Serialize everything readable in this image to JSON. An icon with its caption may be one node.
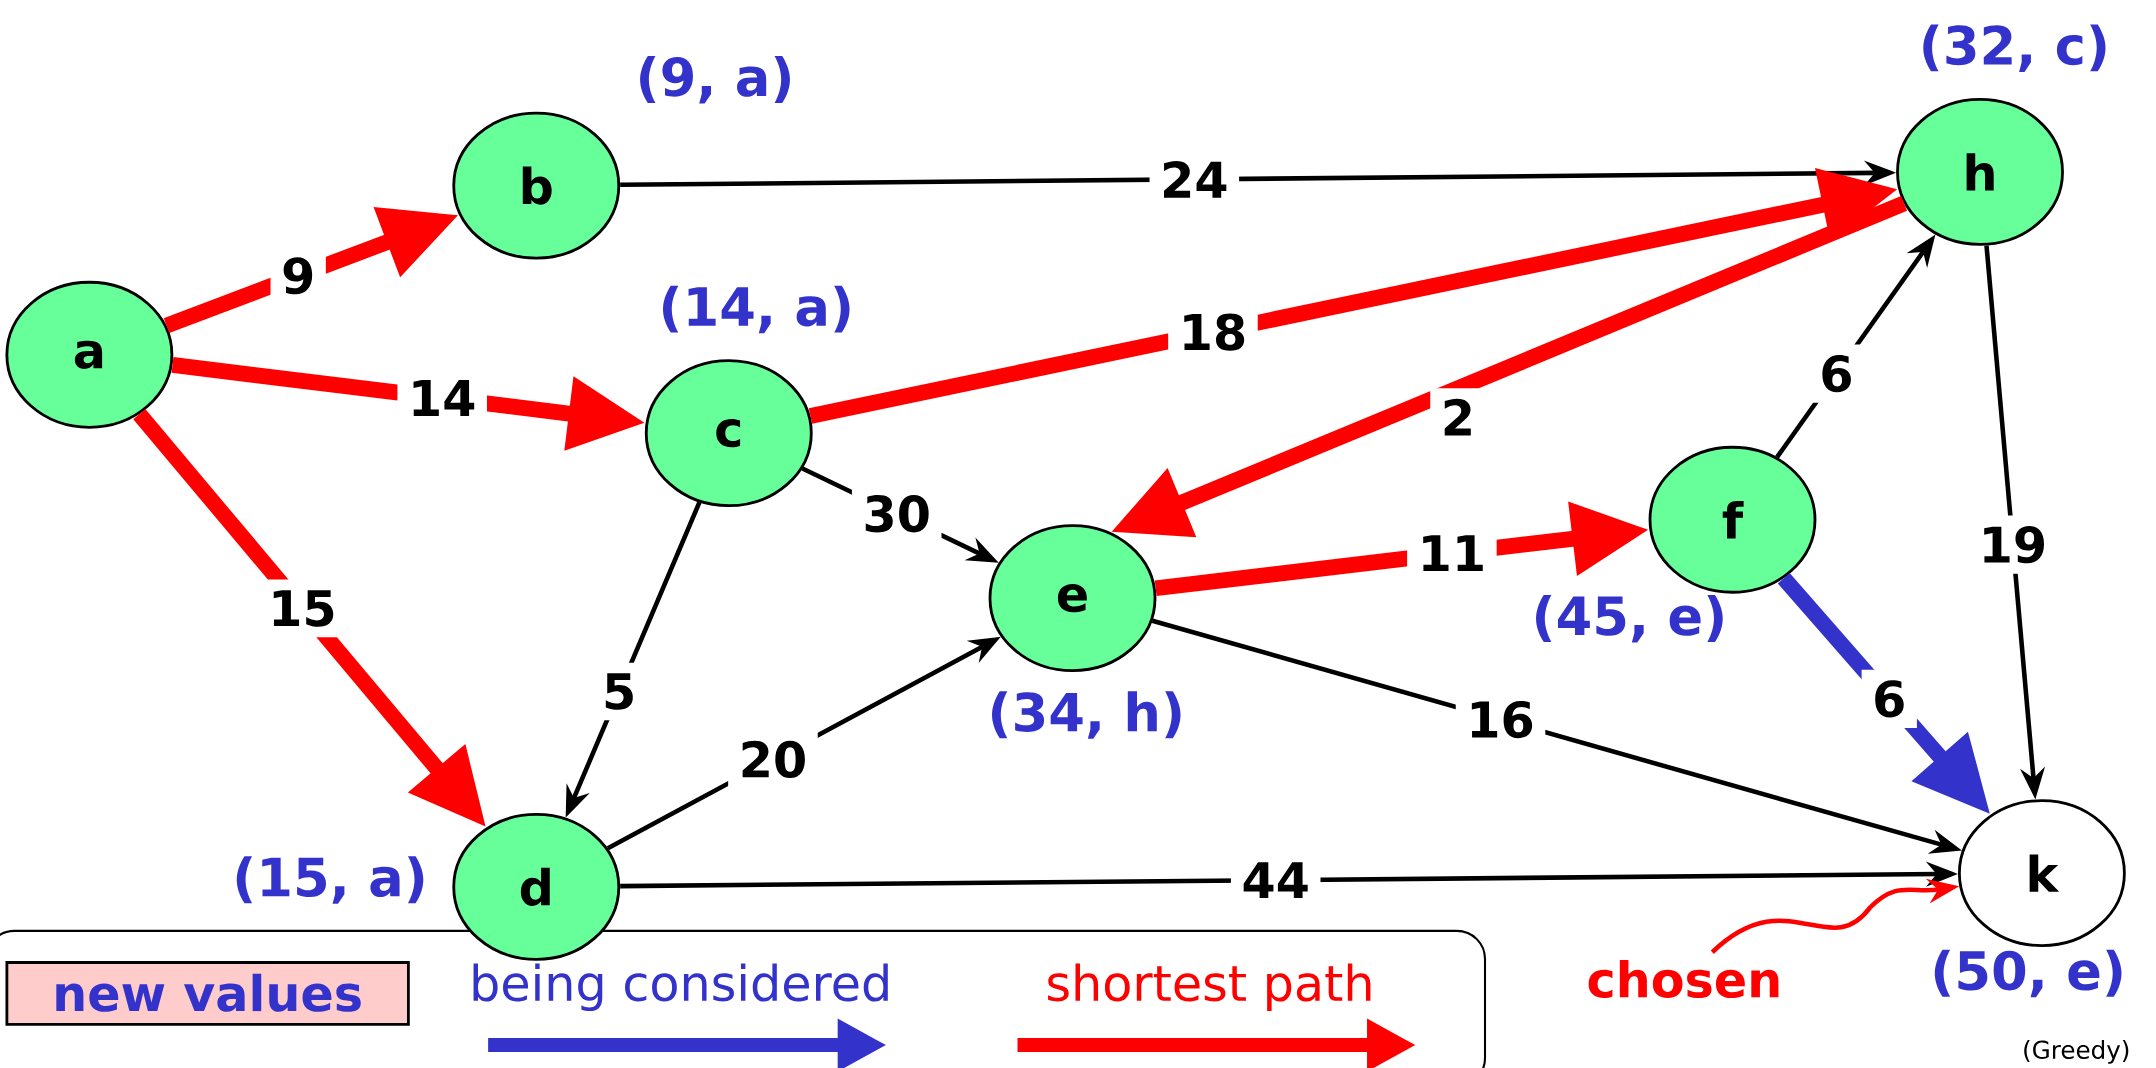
{
  "diagram": {
    "nodes": [
      {
        "text": [
          "a"
        ]
      },
      {
        "text": [
          "b"
        ],
        "beside": [
          "(9, a)"
        ]
      },
      {
        "text": [
          "c"
        ],
        "beside": [
          "(14, a)"
        ]
      },
      {
        "text": [
          "d"
        ],
        "beside": [
          "(15, a)"
        ]
      },
      {
        "text": [
          "e"
        ],
        "beside": [
          "(34, h)"
        ]
      },
      {
        "text": [
          "f"
        ],
        "beside": [
          "(45, e)"
        ]
      },
      {
        "text": [
          "h"
        ],
        "beside": [
          "(32, c)"
        ]
      },
      {
        "text": [
          "k"
        ],
        "beside": [
          "(50, e)"
        ]
      },
      {
        "text": [
          "chosen"
        ]
      }
    ],
    "edges": [
      {
        "from": 0,
        "to": 1,
        "arrow": "to",
        "label": "9",
        "style": "thick",
        "color": "#ff0000"
      },
      {
        "from": 0,
        "to": 2,
        "arrow": "to",
        "label": "14",
        "style": "thick",
        "color": "#ff0000"
      },
      {
        "from": 0,
        "to": 3,
        "arrow": "to",
        "label": "15",
        "style": "thick",
        "color": "#ff0000"
      },
      {
        "from": 1,
        "to": 6,
        "arrow": "to",
        "label": "24"
      },
      {
        "from": 2,
        "to": 6,
        "arrow": "to",
        "label": "18",
        "style": "thick",
        "color": "#ff0000"
      },
      {
        "from": 2,
        "to": 4,
        "arrow": "to",
        "label": "30"
      },
      {
        "from": 2,
        "to": 3,
        "arrow": "to",
        "label": "5"
      },
      {
        "from": 6,
        "to": 4,
        "arrow": "to",
        "label": "2",
        "style": "thick",
        "color": "#ff0000"
      },
      {
        "from": 4,
        "to": 5,
        "arrow": "to",
        "label": "11",
        "style": "thick",
        "color": "#ff0000"
      },
      {
        "from": 3,
        "to": 4,
        "arrow": "to",
        "label": "20"
      },
      {
        "from": 5,
        "to": 6,
        "arrow": "to",
        "label": "6"
      },
      {
        "from": 6,
        "to": 7,
        "arrow": "to",
        "label": "19"
      },
      {
        "from": 5,
        "to": 7,
        "arrow": "to",
        "label": "6",
        "style": "thick",
        "color": "#3333cc"
      },
      {
        "from": 4,
        "to": 7,
        "arrow": "to",
        "label": "16"
      },
      {
        "from": 3,
        "to": 7,
        "arrow": "to",
        "label": "44"
      },
      {
        "from": 8,
        "to": 7,
        "arrow": "to",
        "color": "#ff0000"
      }
    ],
    "labels": [
      "(Greedy)"
    ],
    "legend": [
      {
        "text": "new values",
        "color": "#ffcccc"
      },
      {
        "text": "being considered"
      },
      {
        "text": "shortest path"
      }
    ]
  }
}
